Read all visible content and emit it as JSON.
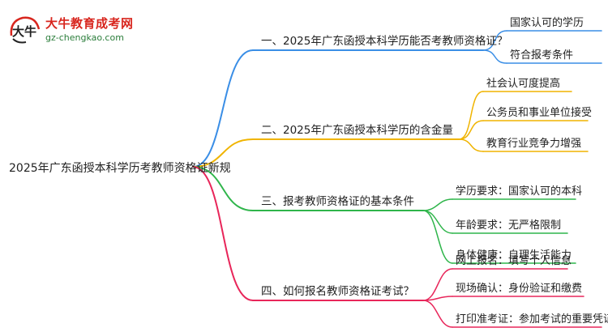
{
  "watermark": {
    "brand": "大牛教育成考网",
    "url": "gz-chengkao.com",
    "mark_text": "大牛"
  },
  "mindmap": {
    "root": "2025年广东函授本科学历考教师资格证新规",
    "branches": [
      {
        "label": "一、2025年广东函授本科学历能否考教师资格证？",
        "color": "#3a8ee6",
        "leaves": [
          "国家认可的学历",
          "符合报考条件"
        ]
      },
      {
        "label": "二、2025年广东函授本科学历的含金量",
        "color": "#f0b400",
        "leaves": [
          "社会认可度提高",
          "公务员和事业单位接受",
          "教育行业竞争力增强"
        ]
      },
      {
        "label": "三、报考教师资格证的基本条件",
        "color": "#2fb54b",
        "leaves": [
          "学历要求：国家认可的本科",
          "年龄要求：无严格限制",
          "身体健康：自理生活能力"
        ]
      },
      {
        "label": "四、如何报名教师资格证考试？",
        "color": "#e8265a",
        "leaves": [
          "网上报名：填写个人信息",
          "现场确认：身份验证和缴费",
          "打印准考证：参加考试的重要凭证"
        ]
      }
    ]
  }
}
